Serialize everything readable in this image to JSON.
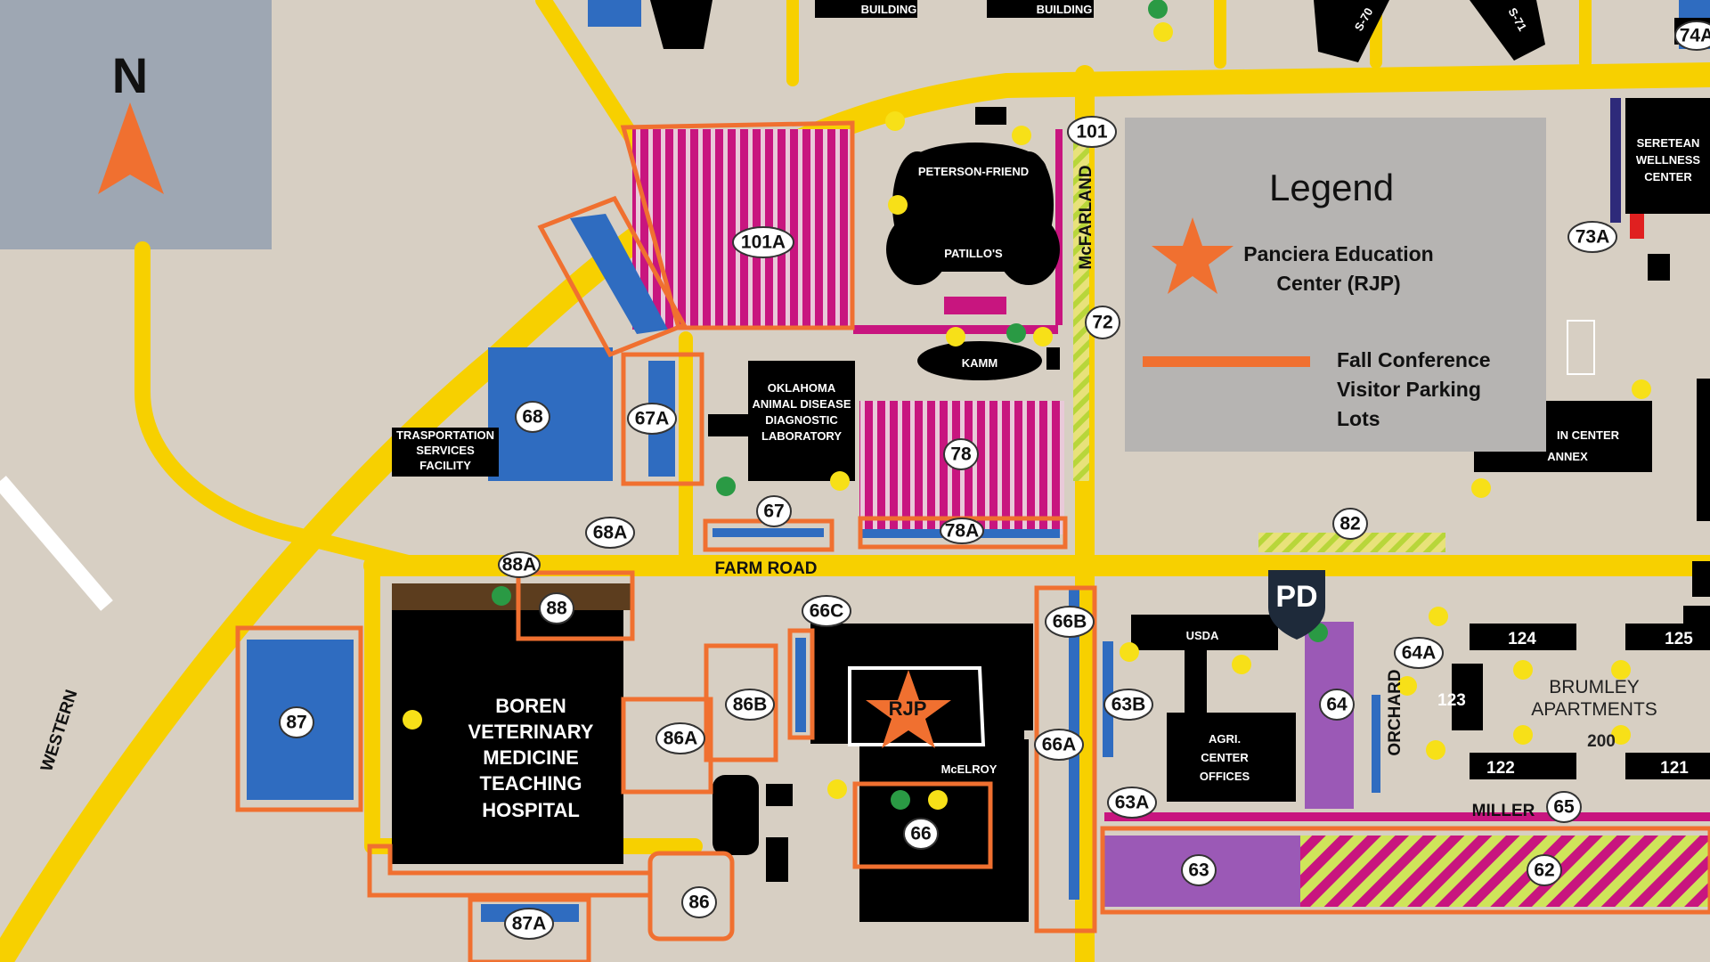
{
  "compass": {
    "label": "N"
  },
  "legend": {
    "title": "Legend",
    "rjp_label": "Panciera Education Center  (RJP)",
    "lots_label": "Fall Conference\nVisitor Parking\nLots"
  },
  "colors": {
    "background": "#d7cfc3",
    "road": "#f7d000",
    "building": "#000000",
    "parking_blue": "#2f6cc0",
    "parking_magenta": "#c8157f",
    "parking_purple": "#9b59b6",
    "highlight_orange": "#f07030",
    "legend_bg": "#b6b4b2",
    "compass_bg": "#9ea7b3"
  },
  "streets": {
    "farm_road": "FARM ROAD",
    "western": "WESTERN",
    "mcfarland": "McFARLAND",
    "orchard": "ORCHARD",
    "miller": "MILLER"
  },
  "buildings": {
    "boren": [
      "BOREN",
      "VETERINARY",
      "MEDICINE",
      "TEACHING",
      "HOSPITAL"
    ],
    "oadd": [
      "OKLAHOMA",
      "ANIMAL DISEASE",
      "DIAGNOSTIC",
      "LABORATORY"
    ],
    "transport": [
      "TRASPORTATION",
      "SERVICES",
      "FACILITY"
    ],
    "peterson": "PETERSON-FRIEND",
    "patillos": "PATILLO'S",
    "kamm": "KAMM",
    "mcelroy": "McELROY",
    "usda": "USDA",
    "agri": [
      "AGRI.",
      "CENTER",
      "OFFICES"
    ],
    "seretean": [
      "SERETEAN",
      "WELLNESS",
      "CENTER"
    ],
    "annex": [
      "IN CENTER",
      "ANNEX"
    ],
    "brumley": [
      "BRUMLEY",
      "APARTMENTS"
    ],
    "building_top1": "BUILDING",
    "building_top2": "BUILDING",
    "s70": "S-70",
    "s71": "S-71",
    "pd": "PD",
    "rjp": "RJP",
    "apt_numbers": [
      "124",
      "125",
      "123",
      "200",
      "122",
      "121"
    ]
  },
  "lots": {
    "l101": "101",
    "l101a": "101A",
    "l72": "72",
    "l73a": "73A",
    "l68": "68",
    "l67a": "67A",
    "l78": "78",
    "l67": "67",
    "l68a": "68A",
    "l78a": "78A",
    "l82": "82",
    "l88a": "88A",
    "l88": "88",
    "l66c": "66C",
    "l66b": "66B",
    "l64a": "64A",
    "l87": "87",
    "l86b": "86B",
    "l86a": "86A",
    "l63b": "63B",
    "l64": "64",
    "l66a": "66A",
    "l66": "66",
    "l63a": "63A",
    "l65": "65",
    "l63": "63",
    "l62": "62",
    "l86": "86",
    "l87a": "87A",
    "l74a": "74A"
  }
}
